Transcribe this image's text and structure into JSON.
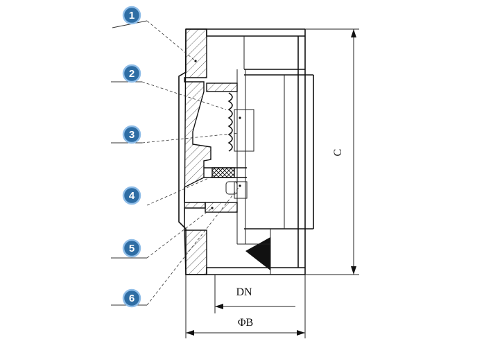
{
  "callouts": [
    {
      "num": "1"
    },
    {
      "num": "2"
    },
    {
      "num": "3"
    },
    {
      "num": "4"
    },
    {
      "num": "5"
    },
    {
      "num": "6"
    }
  ],
  "dimensions": {
    "height_label": "C",
    "bore_label": "DN",
    "outer_label": "ΦB"
  }
}
